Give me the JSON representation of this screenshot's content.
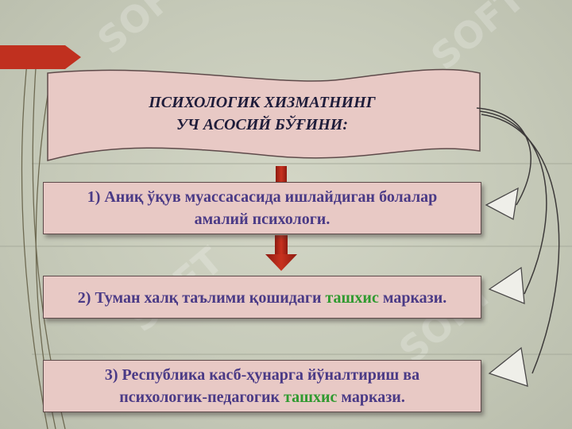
{
  "title": {
    "line1": "ПСИХОЛОГИК ХИЗМАТНИНГ",
    "line2": "УЧ АСОСИЙ БЎҒИНИ:"
  },
  "items": [
    {
      "line1": "1) Аниқ ўқув муассасасида ишлайдиган болалар",
      "line2": "амалий психологи."
    },
    {
      "before": "2) Туман халқ таълими қошидаги ",
      "highlight": "ташхис",
      "after": " маркази."
    },
    {
      "line1": "3) Республика касб-ҳунарга йўналтириш ва",
      "line2_before": "психологик-педагогик ",
      "line2_highlight": "ташхис",
      "line2_after": " маркази."
    }
  ],
  "watermark": "SOFT",
  "colors": {
    "background": "#c9cdbd",
    "box_fill": "#e8c9c5",
    "text": "#4a3a86",
    "highlight": "#2f9a2f",
    "arrow": "#b52216",
    "accent_bar": "#c0301f"
  }
}
